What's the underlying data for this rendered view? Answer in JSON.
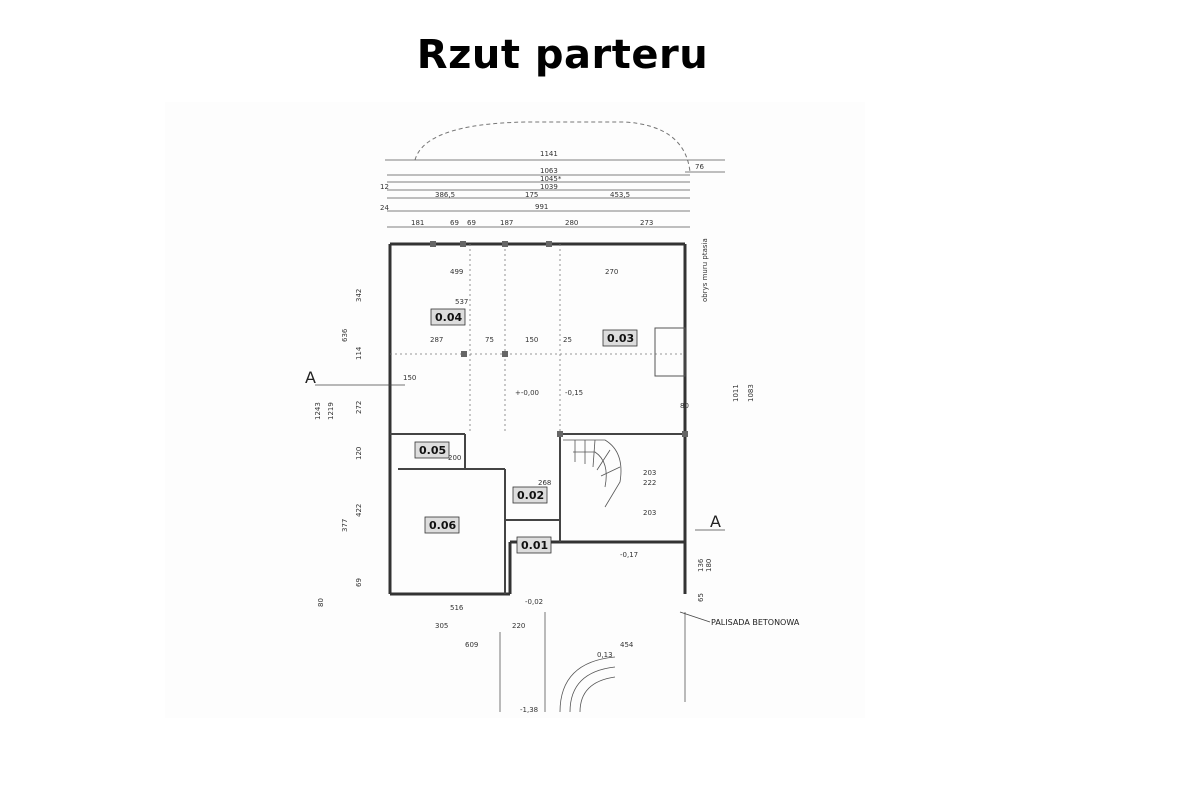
{
  "title": "Rzut parteru",
  "rooms": [
    {
      "id": "0.04"
    },
    {
      "id": "0.03"
    },
    {
      "id": "0.05"
    },
    {
      "id": "0.06"
    },
    {
      "id": "0.02"
    },
    {
      "id": "0.01"
    }
  ],
  "section_labels": [
    "A",
    "A"
  ],
  "levels": [
    "+-0,00",
    "-0,15",
    "-0,17",
    "-0,02",
    "0,13",
    "-1,38"
  ],
  "notes": {
    "palisade": "PALISADA BETONOWA",
    "wall_note": "obrys muru ptasia"
  },
  "dims_top": [
    "1141",
    "1063",
    "1045*",
    "1039",
    "386,5",
    "175",
    "453,5",
    "991",
    "181",
    "69",
    "69",
    "187",
    "280",
    "273",
    "76",
    "12",
    "24"
  ],
  "dims_interior": [
    "499",
    "537",
    "287",
    "75",
    "150",
    "25",
    "270",
    "268",
    "203",
    "222",
    "203",
    "80",
    "150",
    "200",
    "516",
    "305",
    "220",
    "609",
    "454"
  ],
  "dims_left": [
    "342",
    "636",
    "114",
    "272",
    "1243",
    "1219",
    "120",
    "377",
    "422",
    "80",
    "69"
  ],
  "dims_right": [
    "1011",
    "1083",
    "136",
    "180",
    "65"
  ]
}
